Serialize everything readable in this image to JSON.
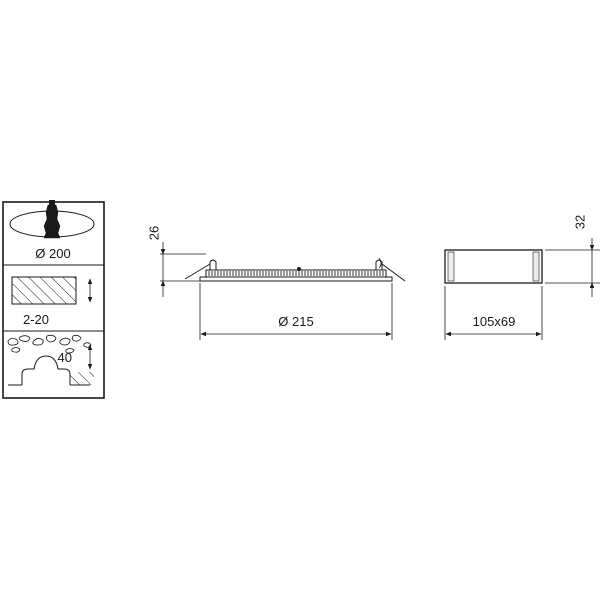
{
  "install_panel": {
    "cutout_label": "Ø 200",
    "ceiling_thickness_label": "2-20",
    "recess_depth_label": "40"
  },
  "side_view": {
    "height_label": "26",
    "diameter_label": "Ø 215"
  },
  "driver_view": {
    "height_label": "32",
    "size_label": "105x69"
  },
  "colors": {
    "line": "#1a1a1a",
    "driver_fill": "#ededed",
    "background": "#ffffff"
  }
}
